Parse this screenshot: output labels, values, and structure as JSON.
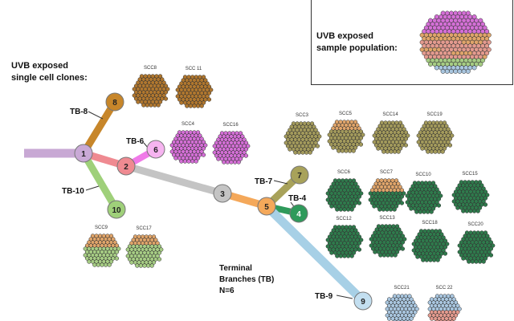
{
  "title": {
    "line1": "UVB exposed",
    "line2": "single cell clones:"
  },
  "sample_box": {
    "line1": "UVB exposed",
    "line2": "sample population:"
  },
  "terminal_note": {
    "line1": "Terminal",
    "line2": "Branches (TB)",
    "line3": "N=6"
  },
  "colors": {
    "trunk": "#c8a8d4",
    "node1": "#c9a9d6",
    "node2": "#ef8a91",
    "node3": "#c4c4c4",
    "node5": "#f4a85a",
    "node4": "#2f9a5b",
    "node6": "#f07ae8",
    "node7": "#a8a25a",
    "node8": "#c7862a",
    "node9": "#9ec9e3",
    "node10": "#9fd07a",
    "cell_brown": "#b0772f",
    "cell_pink": "#d46fd6",
    "cell_olive": "#a39a5c",
    "cell_green": "#2f7a4c",
    "cell_orange": "#dfa46a",
    "cell_lightgreen": "#a6cc84",
    "cell_purple": "#a995c8",
    "cell_lightblue": "#a9c6df",
    "cell_salmon": "#e39a8e"
  },
  "nodes": [
    {
      "id": "1",
      "label": "1"
    },
    {
      "id": "2",
      "label": "2"
    },
    {
      "id": "3",
      "label": "3"
    },
    {
      "id": "4",
      "label": "4"
    },
    {
      "id": "5",
      "label": "5"
    },
    {
      "id": "6",
      "label": "6"
    },
    {
      "id": "7",
      "label": "7"
    },
    {
      "id": "8",
      "label": "8"
    },
    {
      "id": "9",
      "label": "9"
    },
    {
      "id": "10",
      "label": "10"
    }
  ],
  "branch_labels": [
    {
      "id": "tb8",
      "label": "TB-8"
    },
    {
      "id": "tb6",
      "label": "TB-6"
    },
    {
      "id": "tb10",
      "label": "TB-10"
    },
    {
      "id": "tb7",
      "label": "TB-7"
    },
    {
      "id": "tb4",
      "label": "TB-4"
    },
    {
      "id": "tb9",
      "label": "TB-9"
    }
  ],
  "clones": [
    {
      "id": "scc8",
      "label": "SCC8"
    },
    {
      "id": "scc11",
      "label": "SCC 11"
    },
    {
      "id": "scc4",
      "label": "SCC4"
    },
    {
      "id": "scc16",
      "label": "SCC16"
    },
    {
      "id": "scc9",
      "label": "SCC9"
    },
    {
      "id": "scc17",
      "label": "SCC17"
    },
    {
      "id": "scc3",
      "label": "SCC3"
    },
    {
      "id": "scc5",
      "label": "SCC5"
    },
    {
      "id": "scc14",
      "label": "SCC14"
    },
    {
      "id": "scc19",
      "label": "SCC19"
    },
    {
      "id": "scc6",
      "label": "SCC6"
    },
    {
      "id": "scc7",
      "label": "SCC7"
    },
    {
      "id": "scc10",
      "label": "SCC10"
    },
    {
      "id": "scc15",
      "label": "SCC15"
    },
    {
      "id": "scc12",
      "label": "SCC12"
    },
    {
      "id": "scc13",
      "label": "SCC13"
    },
    {
      "id": "scc18",
      "label": "SCC18"
    },
    {
      "id": "scc20",
      "label": "SCC20"
    },
    {
      "id": "scc21",
      "label": "SCC21"
    },
    {
      "id": "scc22",
      "label": "SCC 22"
    }
  ]
}
